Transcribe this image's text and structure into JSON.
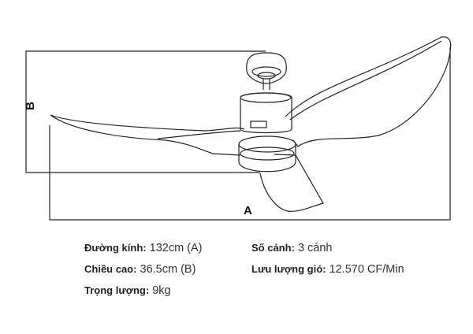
{
  "dimension_labels": {
    "a": "A",
    "b": "B"
  },
  "specs": [
    {
      "label": "Đường kính:",
      "value": "132cm (A)"
    },
    {
      "label": "Số cánh:",
      "value": "3 cánh"
    },
    {
      "label": "Chiều cao:",
      "value": "36.5cm (B)"
    },
    {
      "label": "Lưu lượng gió:",
      "value": "12.570 CF/Min"
    },
    {
      "label": "Trọng lượng:",
      "value": "9kg"
    }
  ]
}
